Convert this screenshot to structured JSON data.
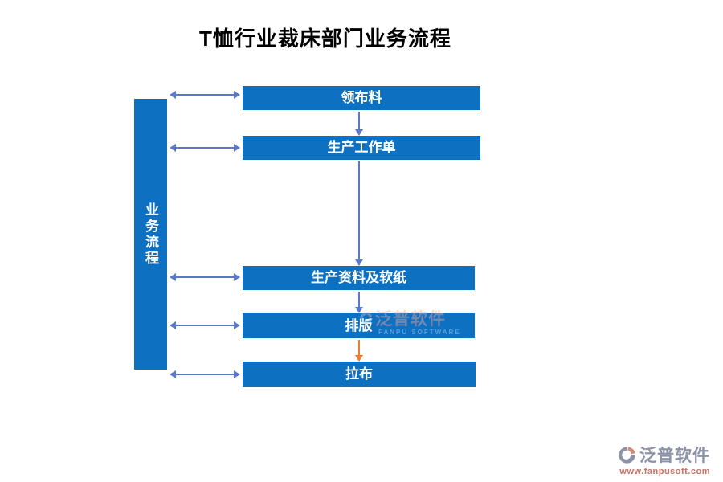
{
  "title": "T恤行业裁床部门业务流程",
  "colors": {
    "box_blue": "#0d70c1",
    "arrow_blue": "#5a78c9",
    "arrow_orange": "#ed7d31",
    "wm_slate": "#8c93a8",
    "wm_salmon": "#c87265"
  },
  "sidebar": {
    "label": "业务流程"
  },
  "steps": [
    {
      "label": "领布料"
    },
    {
      "label": "生产工作单"
    },
    {
      "label": "生产资料及软纸"
    },
    {
      "label": "排版"
    },
    {
      "label": "拉布"
    }
  ],
  "watermark_center": {
    "brand": "泛普软件",
    "subtitle": "FANPU SOFTWARE"
  },
  "watermark_footer": {
    "brand": "泛普软件",
    "url": "www.fanpusoft.com"
  }
}
